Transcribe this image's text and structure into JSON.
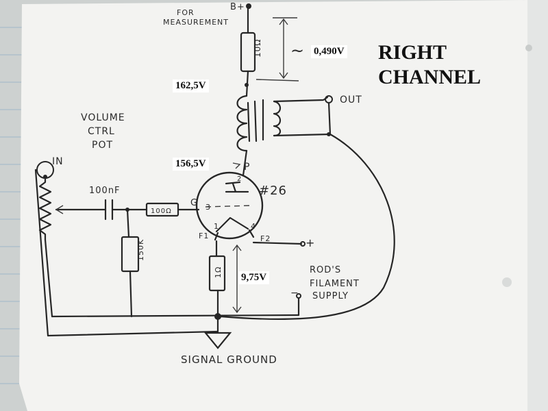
{
  "title": {
    "line1": "RIGHT",
    "line2": "CHANNEL"
  },
  "measurements": {
    "resistor_drop": "0,490V",
    "b_plus_side": "162,5V",
    "plate": "156,5V",
    "cathode": "9,75V"
  },
  "annotations": {
    "for_measurement_1": "FOR",
    "for_measurement_2": "MEASUREMENT",
    "b_plus": "B+",
    "approx": "~",
    "out": "OUT",
    "volume_1": "VOLUME",
    "volume_2": "CTRL",
    "volume_3": "POT",
    "in": "IN",
    "cap": "100nF",
    "grid_res": "100Ω",
    "grid_leak": "150K",
    "plate_res": "10Ω",
    "cathode_res": "1Ω",
    "tube": "#26",
    "pin_p": "P",
    "pin_g": "G",
    "pin_f1": "F1",
    "pin_f2": "F2",
    "pin2": "2",
    "pin3": "3",
    "pin1": "1",
    "pin4": "4",
    "plus": "+",
    "minus": "−",
    "filament_1": "ROD'S",
    "filament_2": "FILAMENT",
    "filament_3": "SUPPLY",
    "ground": "SIGNAL GROUND"
  },
  "colors": {
    "paper": "#f4f4f2",
    "ink": "#262626",
    "background": "#cfd3d2"
  }
}
